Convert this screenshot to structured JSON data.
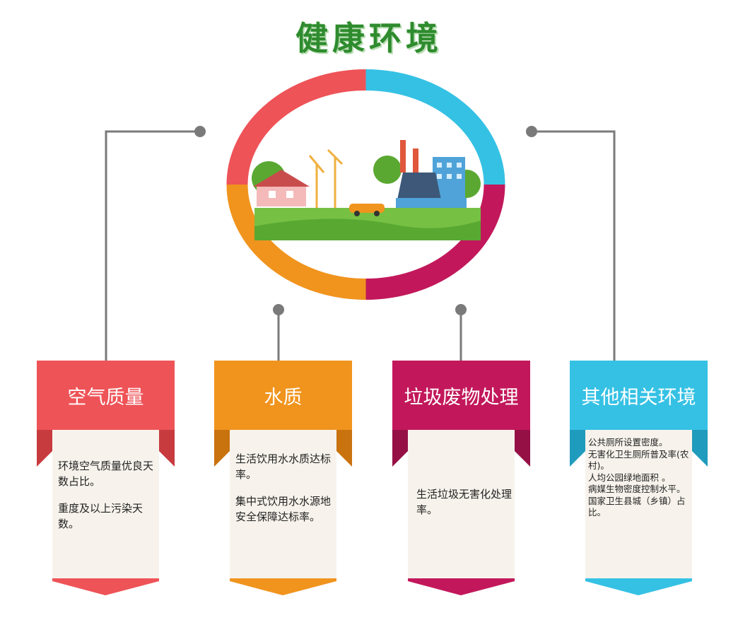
{
  "title": "健康环境",
  "colors": {
    "red": "#ee5357",
    "orange": "#f0941e",
    "crimson": "#c2185b",
    "cyan": "#35c1e4",
    "connector": "#7a7a7a"
  },
  "cards": [
    {
      "heading": "空气质量",
      "lines": [
        "环境空气质量优良天数占比。",
        "重度及以上污染天数。"
      ]
    },
    {
      "heading": "水质",
      "lines": [
        "生活饮用水水质达标率。",
        "集中式饮用水水源地安全保障达标率。"
      ]
    },
    {
      "heading": "垃圾废物处理",
      "lines": [
        "生活垃圾无害化处理率。"
      ]
    },
    {
      "heading": "其他相关环境",
      "lines": [
        "公共厕所设置密度。",
        "无害化卫生厕所普及率(农村)。",
        "人均公园绿地面积 。",
        "病媒生物密度控制水平。",
        "国家卫生县城（乡镇）占比。"
      ]
    }
  ]
}
